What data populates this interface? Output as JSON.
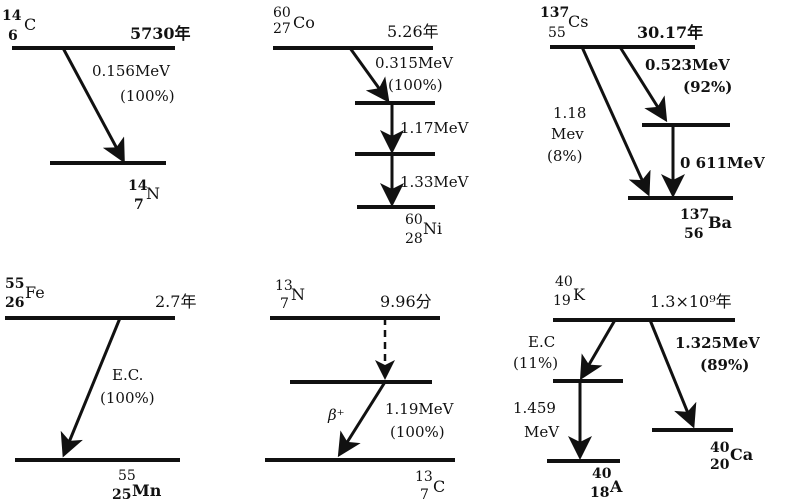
{
  "schemes": [
    {
      "parent": {
        "mass": "14",
        "z": "6",
        "symbol": "C"
      },
      "half_life": "5730年",
      "transitions": [
        {
          "energy": "0.156MeV",
          "branch": "(100%)"
        }
      ],
      "daughter": {
        "mass": "14",
        "z": "7",
        "symbol": "N"
      }
    },
    {
      "parent": {
        "mass": "60",
        "z": "27",
        "symbol": "Co"
      },
      "half_life": "5.26年",
      "transitions": [
        {
          "energy": "0.315MeV",
          "branch": "(100%)"
        },
        {
          "energy": "1.17MeV"
        },
        {
          "energy": "1.33MeV"
        }
      ],
      "daughter": {
        "mass": "60",
        "z": "28",
        "symbol": "Ni"
      }
    },
    {
      "parent": {
        "mass": "137",
        "z": "55",
        "symbol": "Cs"
      },
      "half_life": "30.17年",
      "transitions": [
        {
          "energy": "0.523MeV",
          "branch": "(92%)"
        },
        {
          "energy_value": "1.18",
          "energy_unit": "Mev",
          "branch": "(8%)"
        },
        {
          "energy": "0 611MeV"
        }
      ],
      "daughter": {
        "mass": "137",
        "z": "56",
        "symbol": "Ba"
      }
    },
    {
      "parent": {
        "mass": "55",
        "z": "26",
        "symbol": "Fe"
      },
      "half_life": "2.7年",
      "transitions": [
        {
          "mode": "E.C.",
          "branch": "(100%)"
        }
      ],
      "daughter": {
        "mass": "55",
        "z": "25",
        "symbol": "Mn"
      }
    },
    {
      "parent": {
        "mass": "13",
        "z": "7",
        "symbol": "N"
      },
      "half_life": "9.96分",
      "transitions": [
        {
          "mode": "β⁺",
          "energy": "1.19MeV",
          "branch": "(100%)"
        }
      ],
      "daughter": {
        "mass": "13",
        "z": "7",
        "symbol": "C"
      }
    },
    {
      "parent": {
        "mass": "40",
        "z": "19",
        "symbol": "K"
      },
      "half_life": "1.3×10⁹年",
      "transitions": [
        {
          "mode": "E.C",
          "branch": "(11%)"
        },
        {
          "energy_value": "1.459",
          "energy_unit": "MeV"
        },
        {
          "energy": "1.325MeV",
          "branch": "(89%)"
        }
      ],
      "daughter_a": {
        "mass": "40",
        "z": "18",
        "symbol": "A"
      },
      "daughter_b": {
        "mass": "40",
        "z": "20",
        "symbol": "Ca"
      }
    }
  ]
}
